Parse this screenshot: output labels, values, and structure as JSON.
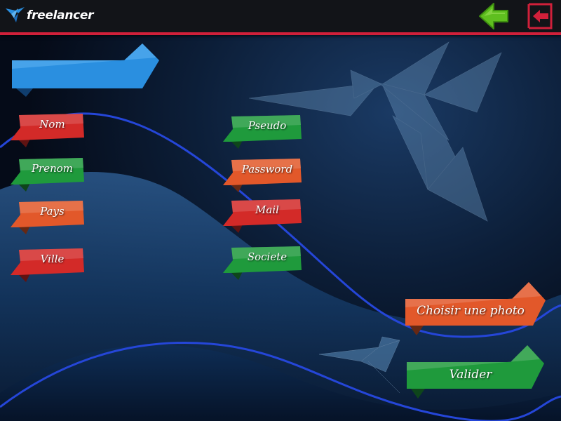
{
  "app": {
    "logo_text": "freelancer"
  },
  "header": {
    "back_icon": "green-left-arrow-icon",
    "exit_icon": "red-logout-icon",
    "accent_color": "#d0203a"
  },
  "title_ribbon": {
    "label": "",
    "color": "#2a8fe0"
  },
  "fields": [
    {
      "label": "Nom",
      "color": "#d32a28"
    },
    {
      "label": "Prenom",
      "color": "#1f9a3c"
    },
    {
      "label": "Pays",
      "color": "#e2582a"
    },
    {
      "label": "Ville",
      "color": "#d32a28"
    },
    {
      "label": "Pseudo",
      "color": "#1f9a3c"
    },
    {
      "label": "Password",
      "color": "#e2582a"
    },
    {
      "label": "Mail",
      "color": "#d32a28"
    },
    {
      "label": "Societe",
      "color": "#1f9a3c"
    }
  ],
  "actions": {
    "photo": {
      "label": "Choisir une photo",
      "color": "#e2582a"
    },
    "submit": {
      "label": "Valider",
      "color": "#1f9a3c"
    }
  }
}
